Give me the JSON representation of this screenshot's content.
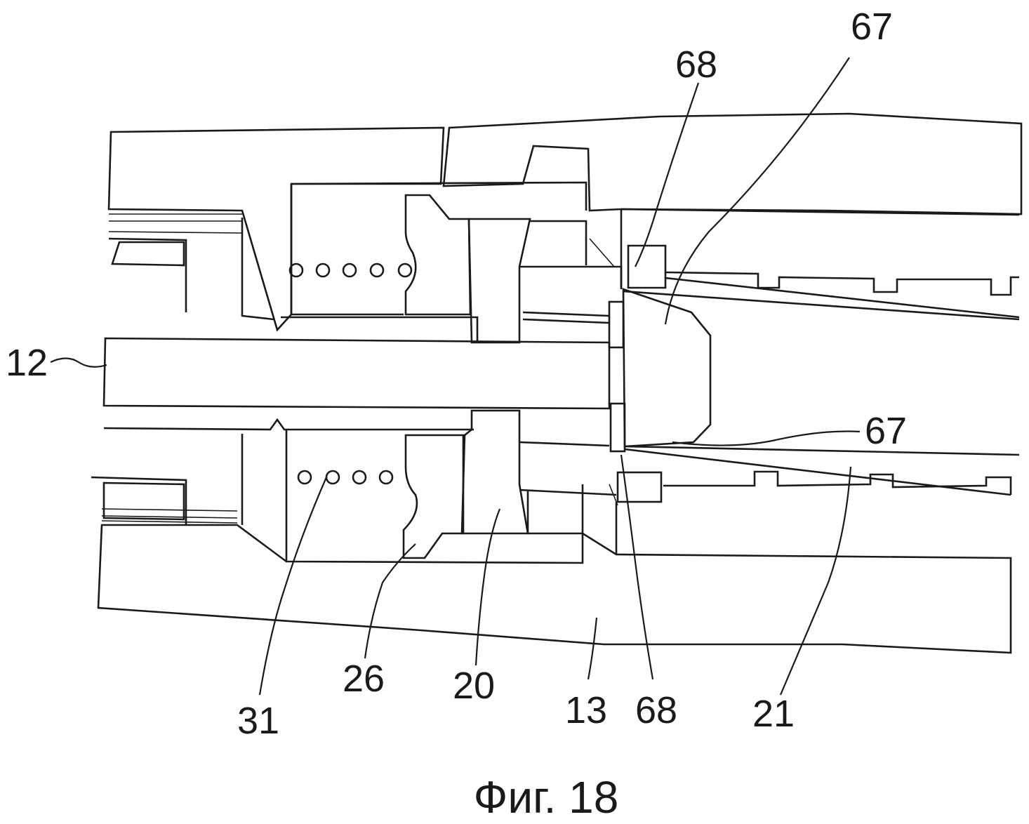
{
  "figure": {
    "caption": "Фиг. 18"
  },
  "labels": {
    "l12": "12",
    "l67_top": "67",
    "l68_top": "68",
    "l67_right": "67",
    "l31": "31",
    "l26": "26",
    "l20": "20",
    "l13": "13",
    "l68_bottom": "68",
    "l21": "21"
  },
  "colors": {
    "ink": "#1a1a1a",
    "paper": "#ffffff"
  }
}
